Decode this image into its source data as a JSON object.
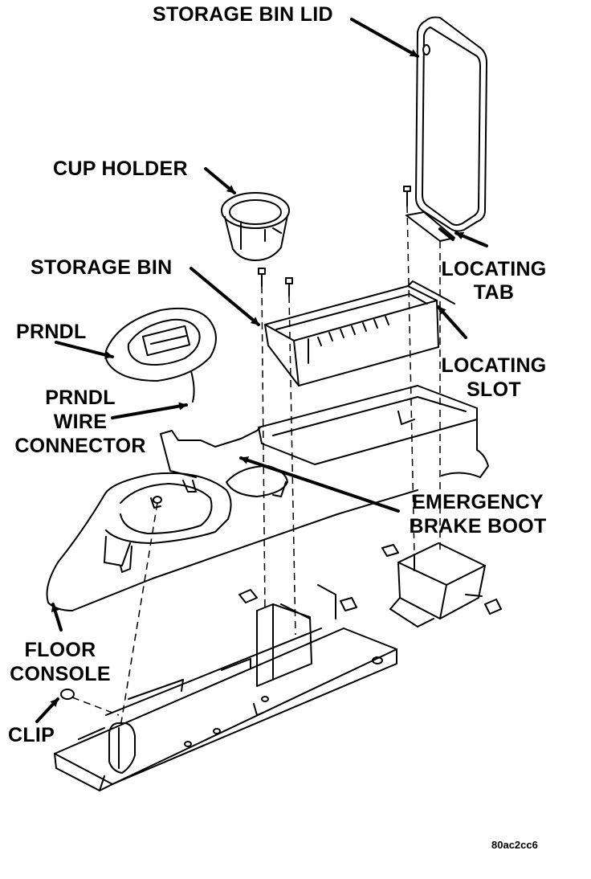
{
  "labels": {
    "storage_bin_lid": "STORAGE BIN LID",
    "cup_holder": "CUP HOLDER",
    "storage_bin": "STORAGE BIN",
    "locating_tab_1": "LOCATING",
    "locating_tab_2": "TAB",
    "prndl": "PRNDL",
    "locating_slot_1": "LOCATING",
    "locating_slot_2": "SLOT",
    "prndl_wire_1": "PRNDL",
    "prndl_wire_2": "WIRE",
    "prndl_wire_3": "CONNECTOR",
    "emergency_brake_1": "EMERGENCY",
    "emergency_brake_2": "BRAKE BOOT",
    "floor_console_1": "FLOOR",
    "floor_console_2": "CONSOLE",
    "clip": "CLIP"
  },
  "figure_code": "80ac2cc6"
}
